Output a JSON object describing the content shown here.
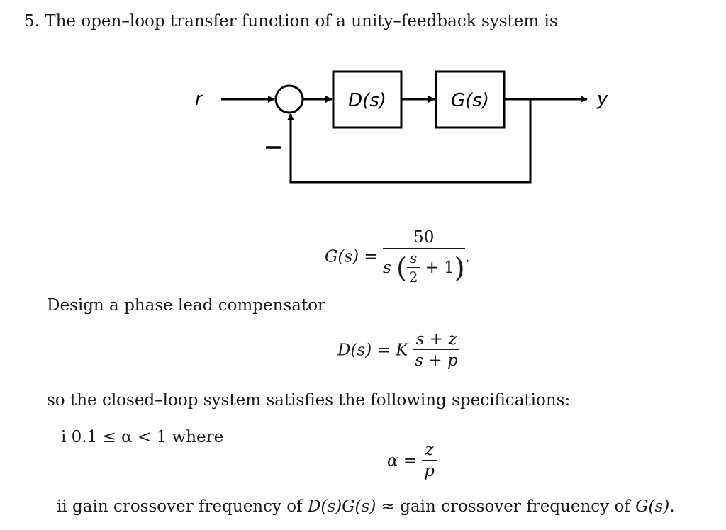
{
  "problem": {
    "number": "5.",
    "statement": "The open–loop transfer function of a unity–feedback system is"
  },
  "diagram": {
    "input_label": "r",
    "output_label": "y",
    "block1_label": "D(s)",
    "block2_label": "G(s)",
    "feedback_sign": "–"
  },
  "eq_g": {
    "lhs": "G(s) =",
    "num": "50",
    "den_s": "s",
    "inner_num": "s",
    "inner_den": "2",
    "inner_rest": "+ 1",
    "tail": "."
  },
  "design_text": "Design a phase lead compensator",
  "eq_d": {
    "lhs": "D(s) = K",
    "num": "s + z",
    "den": "s + p"
  },
  "spec_intro": "so the closed–loop system satisfies the following specifications:",
  "specs": {
    "i": {
      "marker": "i",
      "text": "0.1 ≤ α < 1 where"
    },
    "alpha_eq": {
      "lhs": "α =",
      "num": "z",
      "den": "p"
    },
    "ii": {
      "marker": "ii",
      "text_a": "gain crossover frequency of",
      "expr_a": "D(s)G(s)",
      "approx": "≈",
      "text_b": "gain crossover frequency of",
      "expr_b": "G(s)",
      "tail": "."
    }
  }
}
